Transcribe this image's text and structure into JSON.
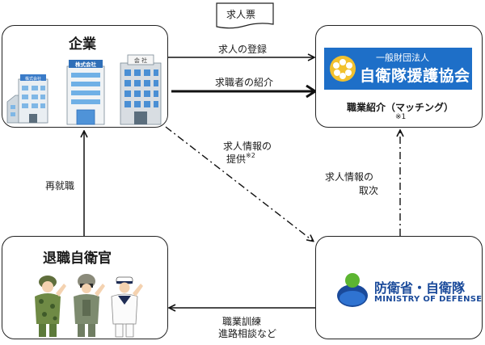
{
  "document": {
    "label": "求人票"
  },
  "nodes": {
    "company": {
      "title": "企業"
    },
    "association": {
      "logo_small": "一般財団法人",
      "logo_large": "自衛隊援護協会",
      "caption": "職業紹介（マッチング）",
      "note": "※1"
    },
    "retiree": {
      "title": "退職自衛官"
    },
    "mod": {
      "name_jp": "防衛省・自衛隊",
      "name_en": "MINISTRY OF DEFENSE"
    }
  },
  "company_signs": {
    "left": "株式会社",
    "center": "株式会社",
    "right": "会 社"
  },
  "edges": {
    "register": "求人の登録",
    "introduce": "求職者の紹介",
    "info_provide_1": "求人情報の",
    "info_provide_2": "提供",
    "info_provide_note": "※2",
    "info_relay_1": "求人情報の",
    "info_relay_2": "取次",
    "reemploy": "再就職",
    "training_1": "職業訓練",
    "training_2": "進路相談など"
  },
  "colors": {
    "association_blue": "#1e6fc8",
    "mod_blue": "#1a4a9a",
    "mod_green": "#5cb531"
  }
}
